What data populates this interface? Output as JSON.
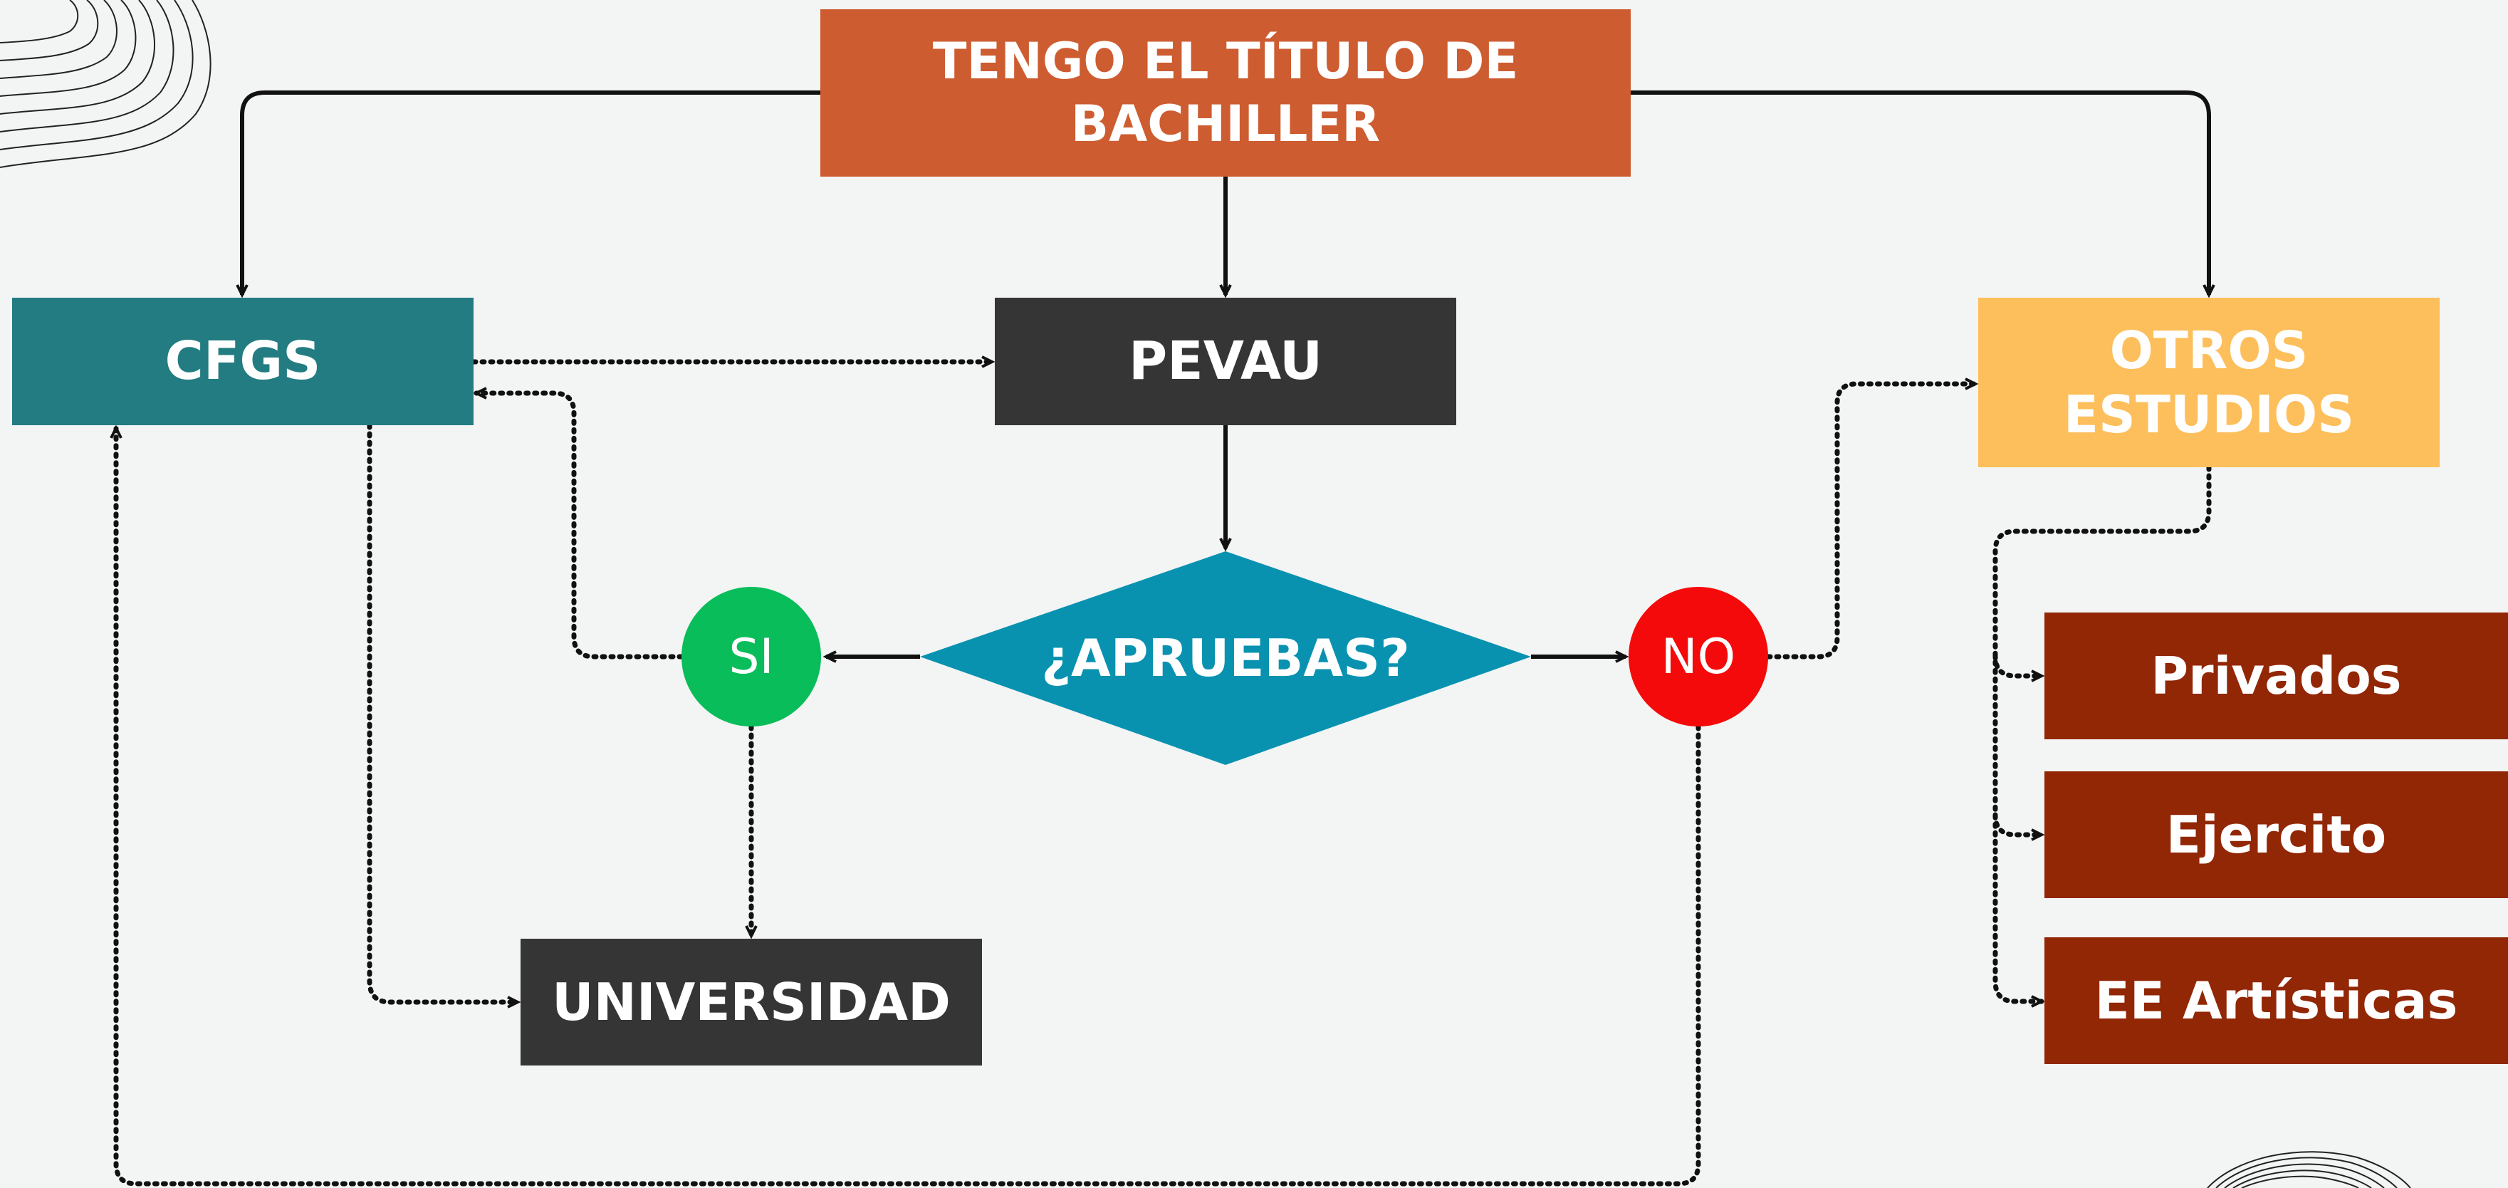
{
  "diagram": {
    "start": {
      "label": "TENGO EL TÍTULO DE\nBACHILLER",
      "color": "#cd5c30"
    },
    "cfgs": {
      "label": "CFGS",
      "color": "#227c82"
    },
    "pevau": {
      "label": "PEVAU",
      "color": "#353535"
    },
    "otros": {
      "label": "OTROS\nESTUDIOS",
      "color": "#fdbf5c"
    },
    "decision": {
      "label": "¿APRUEBAS?",
      "color": "#0892b0"
    },
    "yes": {
      "label": "SI",
      "color": "#08bd5a"
    },
    "no": {
      "label": "NO",
      "color": "#f40a0a"
    },
    "universidad": {
      "label": "UNIVERSIDAD",
      "color": "#353535"
    },
    "otros_options": [
      {
        "label": "Privados",
        "color": "#922705"
      },
      {
        "label": "Ejercito",
        "color": "#922705"
      },
      {
        "label": "EE Artísticas",
        "color": "#922705"
      }
    ],
    "connectors": [
      {
        "from": "start",
        "to": "cfgs",
        "style": "solid"
      },
      {
        "from": "start",
        "to": "pevau",
        "style": "solid"
      },
      {
        "from": "start",
        "to": "otros",
        "style": "solid"
      },
      {
        "from": "cfgs",
        "to": "pevau",
        "style": "dotted"
      },
      {
        "from": "pevau",
        "to": "decision",
        "style": "solid"
      },
      {
        "from": "decision",
        "to": "yes",
        "style": "solid"
      },
      {
        "from": "decision",
        "to": "no",
        "style": "solid"
      },
      {
        "from": "yes",
        "to": "cfgs",
        "style": "dotted"
      },
      {
        "from": "yes",
        "to": "universidad",
        "style": "dotted"
      },
      {
        "from": "cfgs",
        "to": "universidad",
        "style": "dotted"
      },
      {
        "from": "no",
        "to": "otros",
        "style": "dotted"
      },
      {
        "from": "no",
        "to": "cfgs",
        "style": "dotted"
      },
      {
        "from": "otros",
        "to": "otros_options",
        "style": "dotted"
      }
    ],
    "line_color": "#111111"
  }
}
